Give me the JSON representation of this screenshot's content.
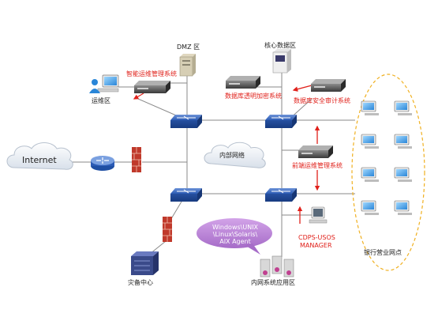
{
  "labels": {
    "dmz": "DMZ 区",
    "core_data": "核心数据区",
    "smart_ops": "智能运维管理系统",
    "ops_zone": "运维区",
    "db_encrypt": "数据库透明加密系统",
    "db_audit": "数据库安全审计系统",
    "internet": "Internet",
    "internal_net": "内部网络",
    "frontend_ops": "前端运维管理系统",
    "bank_branches": "银行营业网点",
    "cdps_usos": "CDPS-USOS",
    "manager": "MANAGER",
    "disaster_center": "灾备中心",
    "intranet_apps": "内网系统应用区",
    "agent_line1": "Windows\\UNIX",
    "agent_line2": "\\Linux\\Solaris\\",
    "agent_line3": "AIX Agent"
  },
  "colors": {
    "link_line": "#8a8a8a",
    "red_label": "#e0201a",
    "switch_blue": "#1f4fa3",
    "agent_bubble": "#b982d3",
    "branch_border": "#f0b020"
  }
}
